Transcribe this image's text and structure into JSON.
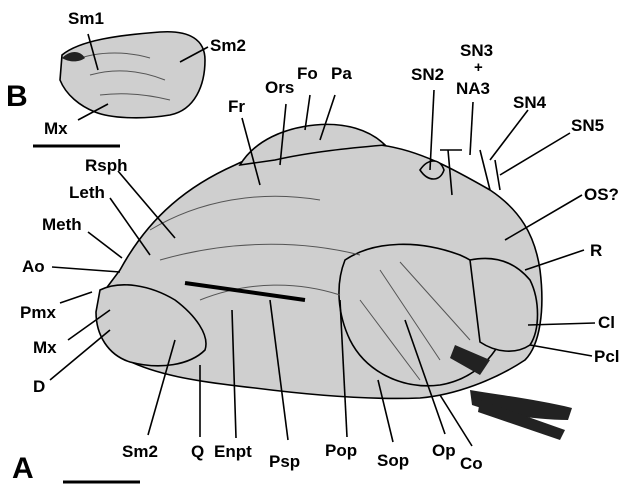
{
  "panels": {
    "a": "A",
    "b": "B"
  },
  "labels": {
    "sm1": "Sm1",
    "sm2_top": "Sm2",
    "mx_top": "Mx",
    "fr": "Fr",
    "ors": "Ors",
    "fo": "Fo",
    "pa": "Pa",
    "sn2": "SN2",
    "sn3": "SN3",
    "plus": "+",
    "na3": "NA3",
    "sn4": "SN4",
    "sn5": "SN5",
    "os": "OS?",
    "r": "R",
    "cl": "Cl",
    "pcl": "Pcl",
    "rsph": "Rsph",
    "leth": "Leth",
    "meth": "Meth",
    "ao": "Ao",
    "pmx": "Pmx",
    "mx": "Mx",
    "d": "D",
    "sm2": "Sm2",
    "q": "Q",
    "enpt": "Enpt",
    "psp": "Psp",
    "pop": "Pop",
    "sop": "Sop",
    "op": "Op",
    "co": "Co"
  }
}
